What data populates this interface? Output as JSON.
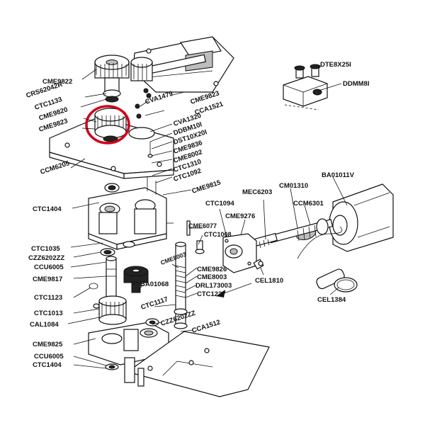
{
  "labels": {
    "cme9822": "CME9822",
    "crs62042r": "CRS62042R",
    "ctc1133": "CTC1133",
    "cme9820": "CME9820",
    "cme9823_left": "CME9823",
    "ccm6205": "CCM6205",
    "cva1479": "CVA1479",
    "cme9823_right": "CME9823",
    "cca1521": "CCA1521",
    "cva1320": "CVA1320",
    "ddbm10i": "DDBM10I",
    "dst10x20i": "DST10X20I",
    "cme9836": "CME9836",
    "cme8002": "CME8002",
    "ctc1310": "CTC1310",
    "ctc1092": "CTC1092",
    "cme9815": "CME9815",
    "ctc1404_top": "CTC1404",
    "dte8x25i": "DTE8X25I",
    "ddmm8i": "DDMM8I",
    "ba01011v": "BA01011V",
    "cm01310": "CM01310",
    "mec6203": "MEC6203",
    "ccm6301": "CCM6301",
    "ctc1094": "CTC1094",
    "cme9276": "CME9276",
    "cme6077": "CME6077",
    "ctc1008": "CTC1008",
    "ctc1035": "CTC1035",
    "czz6202zz_top": "CZZ6202ZZ",
    "ccu6005_top": "CCU6005",
    "cme9817": "CME9817",
    "ctc1123": "CTC1123",
    "ba01068": "BA01068",
    "cme8003_a": "CME8003",
    "cme9826": "CME9826",
    "cme8003_b": "CME8003",
    "drl173003": "DRL173003",
    "ctc1227": "CTC1227",
    "cel1810": "CEL1810",
    "cel1384": "CEL1384",
    "ctc1013": "CTC1013",
    "cal1084": "CAL1084",
    "ctc1117": "CTC1117",
    "czz6202zz_bottom": "CZZ6202ZZ",
    "cca1512": "CCA1512",
    "cme9825": "CME9825",
    "ccu6005_bottom": "CCU6005",
    "ctc1404_bottom": "CTC1404"
  },
  "highlight": {
    "color": "#d0021b",
    "target": "CME9820"
  }
}
